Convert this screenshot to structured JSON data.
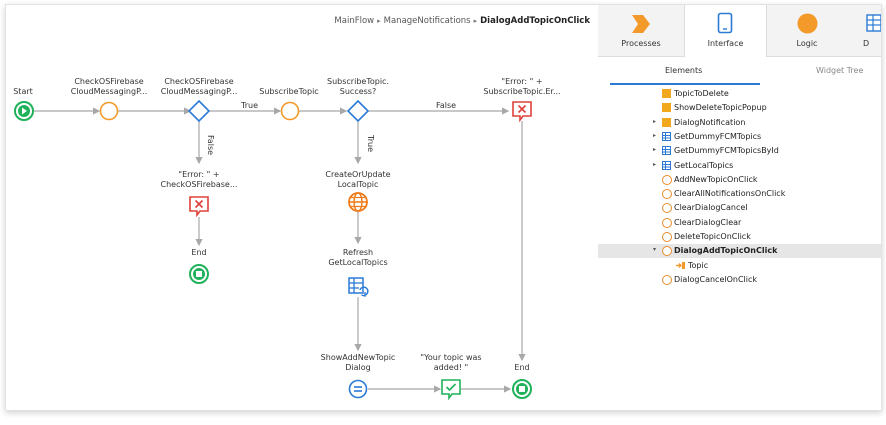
{
  "breadcrumb": {
    "part1": "MainFlow",
    "part2": "ManageNotifications",
    "current": "DialogAddTopicOnClick"
  },
  "flow": {
    "start": "Start",
    "check1": [
      "CheckOSFirebase",
      "CloudMessagingP..."
    ],
    "check2": [
      "CheckOSFirebase",
      "CloudMessagingP..."
    ],
    "subscribe": "SubscribeTopic",
    "success": [
      "SubscribeTopic.",
      "Success?"
    ],
    "error_top": [
      "\"Error: \" +",
      "SubscribeTopic.Er..."
    ],
    "error_left": [
      "\"Error: \" +",
      "CheckOSFirebase..."
    ],
    "end_left": "End",
    "create": [
      "CreateOrUpdate",
      "LocalTopic"
    ],
    "refresh": [
      "Refresh",
      "GetLocalTopics"
    ],
    "show": [
      "ShowAddNewTopic",
      "Dialog"
    ],
    "message": [
      "\"Your topic was",
      "added! \""
    ],
    "end_right": "End",
    "true1": "True",
    "false1": "False",
    "false2": "False",
    "true2": "True"
  },
  "panel": {
    "tabs": [
      "Processes",
      "Interface",
      "Logic",
      "D"
    ],
    "subtabs": [
      "Elements",
      "Widget Tree"
    ],
    "tree": [
      {
        "label": "TopicToDelete",
        "icon": "square-orange",
        "arrow": ""
      },
      {
        "label": "ShowDeleteTopicPopup",
        "icon": "square-orange",
        "arrow": ""
      },
      {
        "label": "DialogNotification",
        "icon": "square-orange",
        "arrow": "▸"
      },
      {
        "label": "GetDummyFCMTopics",
        "icon": "grid-blue",
        "arrow": "▸"
      },
      {
        "label": "GetDummyFCMTopicsById",
        "icon": "grid-blue",
        "arrow": "▸"
      },
      {
        "label": "GetLocalTopics",
        "icon": "grid-blue",
        "arrow": "▸"
      },
      {
        "label": "AddNewTopicOnClick",
        "icon": "circle-orange",
        "arrow": ""
      },
      {
        "label": "ClearAllNotificationsOnClick",
        "icon": "circle-orange",
        "arrow": ""
      },
      {
        "label": "ClearDialogCancel",
        "icon": "circle-orange",
        "arrow": ""
      },
      {
        "label": "ClearDialogClear",
        "icon": "circle-orange",
        "arrow": ""
      },
      {
        "label": "DeleteTopicOnClick",
        "icon": "circle-orange",
        "arrow": ""
      },
      {
        "label": "DialogAddTopicOnClick",
        "icon": "circle-orange",
        "arrow": "▾"
      },
      {
        "label": "Topic",
        "icon": "input-param",
        "arrow": ""
      },
      {
        "label": "DialogCancelOnClick",
        "icon": "circle-orange",
        "arrow": ""
      }
    ]
  },
  "colors": {
    "start_green": "#1fb25a",
    "accent_orange": "#f39a2b",
    "node_blue": "#2a7ad6",
    "error_red": "#e0413a",
    "edge_gray": "#a8a8a8"
  }
}
